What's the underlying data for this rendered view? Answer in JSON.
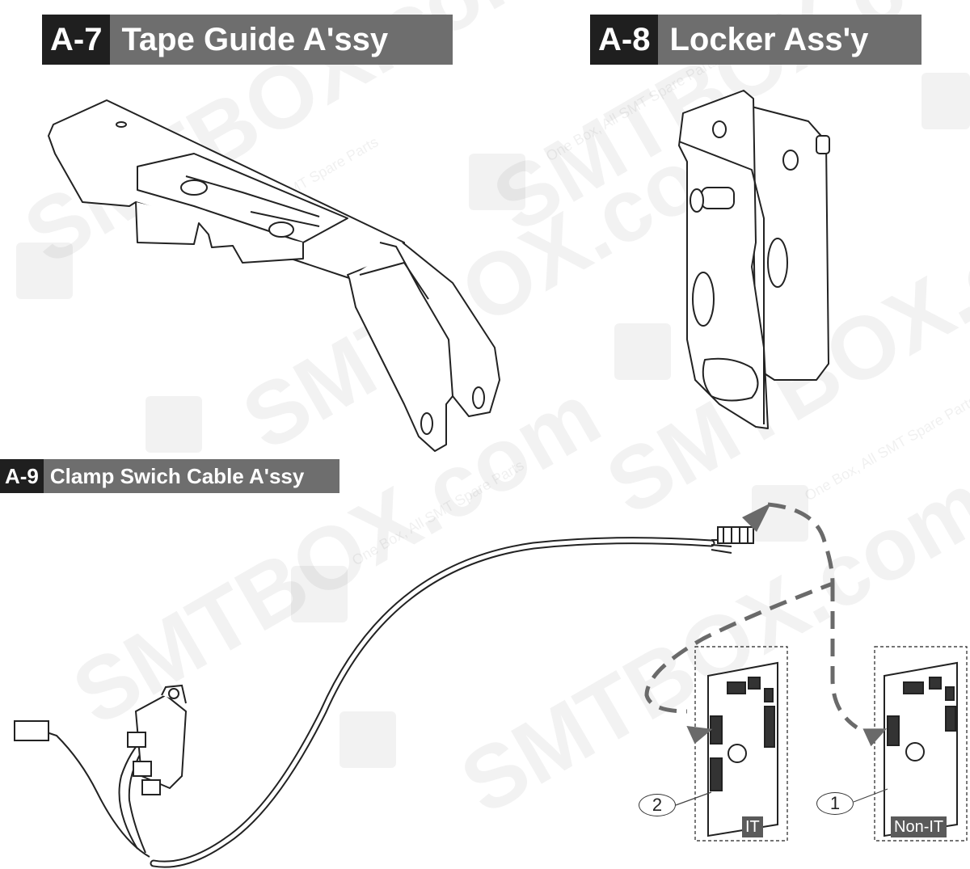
{
  "sections": [
    {
      "code": "A-7",
      "name": "Tape Guide A'ssy"
    },
    {
      "code": "A-8",
      "name": "Locker Ass'y"
    },
    {
      "code": "A-9",
      "name": "Clamp Swich Cable A'ssy"
    }
  ],
  "callouts": {
    "it": "2",
    "non_it": "1"
  },
  "variant_labels": {
    "it": "IT",
    "non_it": "Non-IT"
  },
  "watermark": {
    "brand": "SMTBOX.com",
    "slogan": "One Box, All SMT Spare Parts"
  },
  "colors": {
    "header_code_bg": "#1f1f1f",
    "header_name_bg": "#6e6e6e",
    "dashed_path": "#666666",
    "line_art": "#222222"
  }
}
